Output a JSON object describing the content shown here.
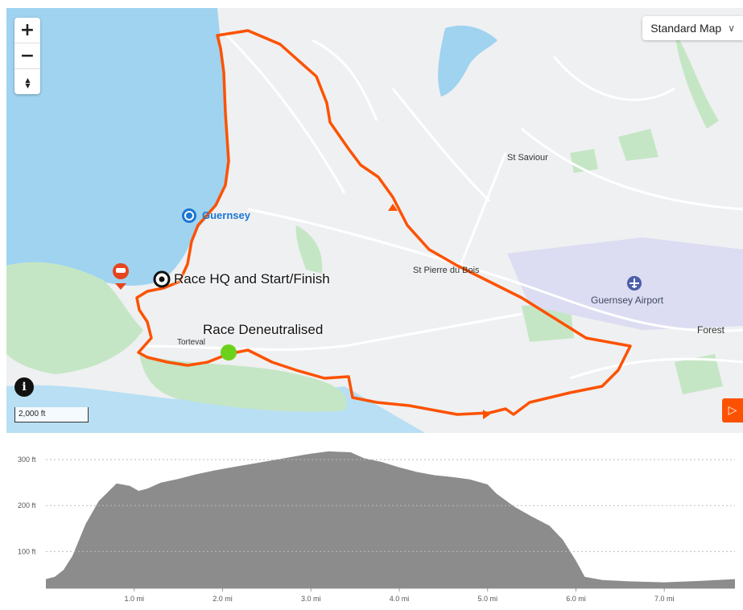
{
  "map": {
    "controls": {
      "zoom_in": "+",
      "zoom_out": "−",
      "compass": "▲▼"
    },
    "style_select": {
      "selected": "Standard Map"
    },
    "info_label": "i",
    "scale_label": "2,000 ft",
    "play_label": "▷",
    "places": {
      "guernsey": "Guernsey",
      "st_saviour": "St Saviour",
      "st_pierre": "St Pierre du Bois",
      "airport": "Guernsey Airport",
      "forest": "Forest",
      "torteval": "Torteval"
    },
    "annotations": {
      "start_finish": "Race HQ and Start/Finish",
      "deneutralised": "Race Deneutralised"
    },
    "colors": {
      "route": "#fc5200",
      "water": "#9fd3f0",
      "green": "#c5e6c5",
      "land": "#eff0f2",
      "airport": "#dcdcf2"
    }
  },
  "chart_data": {
    "type": "area",
    "title": "",
    "xlabel": "",
    "ylabel": "",
    "xlim": [
      0,
      7.8
    ],
    "ylim": [
      20,
      330
    ],
    "y_ticks": [
      100,
      200,
      300
    ],
    "y_tick_labels": [
      "100 ft",
      "200 ft",
      "300 ft"
    ],
    "x_ticks": [
      1,
      2,
      3,
      4,
      5,
      6,
      7
    ],
    "x_tick_labels": [
      "1.0 mi",
      "2.0 mi",
      "3.0 mi",
      "4.0 mi",
      "5.0 mi",
      "6.0 mi",
      "7.0 mi"
    ],
    "grid": true,
    "fill_color": "#8c8c8c",
    "x": [
      0,
      0.1,
      0.2,
      0.3,
      0.45,
      0.6,
      0.8,
      0.95,
      1.05,
      1.15,
      1.3,
      1.5,
      1.7,
      1.9,
      2.1,
      2.4,
      2.7,
      3.0,
      3.2,
      3.45,
      3.6,
      3.8,
      4.0,
      4.2,
      4.4,
      4.6,
      4.8,
      5.0,
      5.1,
      5.3,
      5.5,
      5.7,
      5.85,
      6.0,
      6.1,
      6.3,
      6.6,
      7.0,
      7.4,
      7.8
    ],
    "y": [
      40,
      45,
      60,
      90,
      160,
      210,
      248,
      243,
      232,
      237,
      250,
      258,
      268,
      276,
      283,
      293,
      303,
      313,
      318,
      316,
      303,
      295,
      283,
      273,
      266,
      262,
      257,
      246,
      226,
      198,
      176,
      156,
      126,
      80,
      45,
      38,
      35,
      33,
      36,
      40
    ]
  }
}
